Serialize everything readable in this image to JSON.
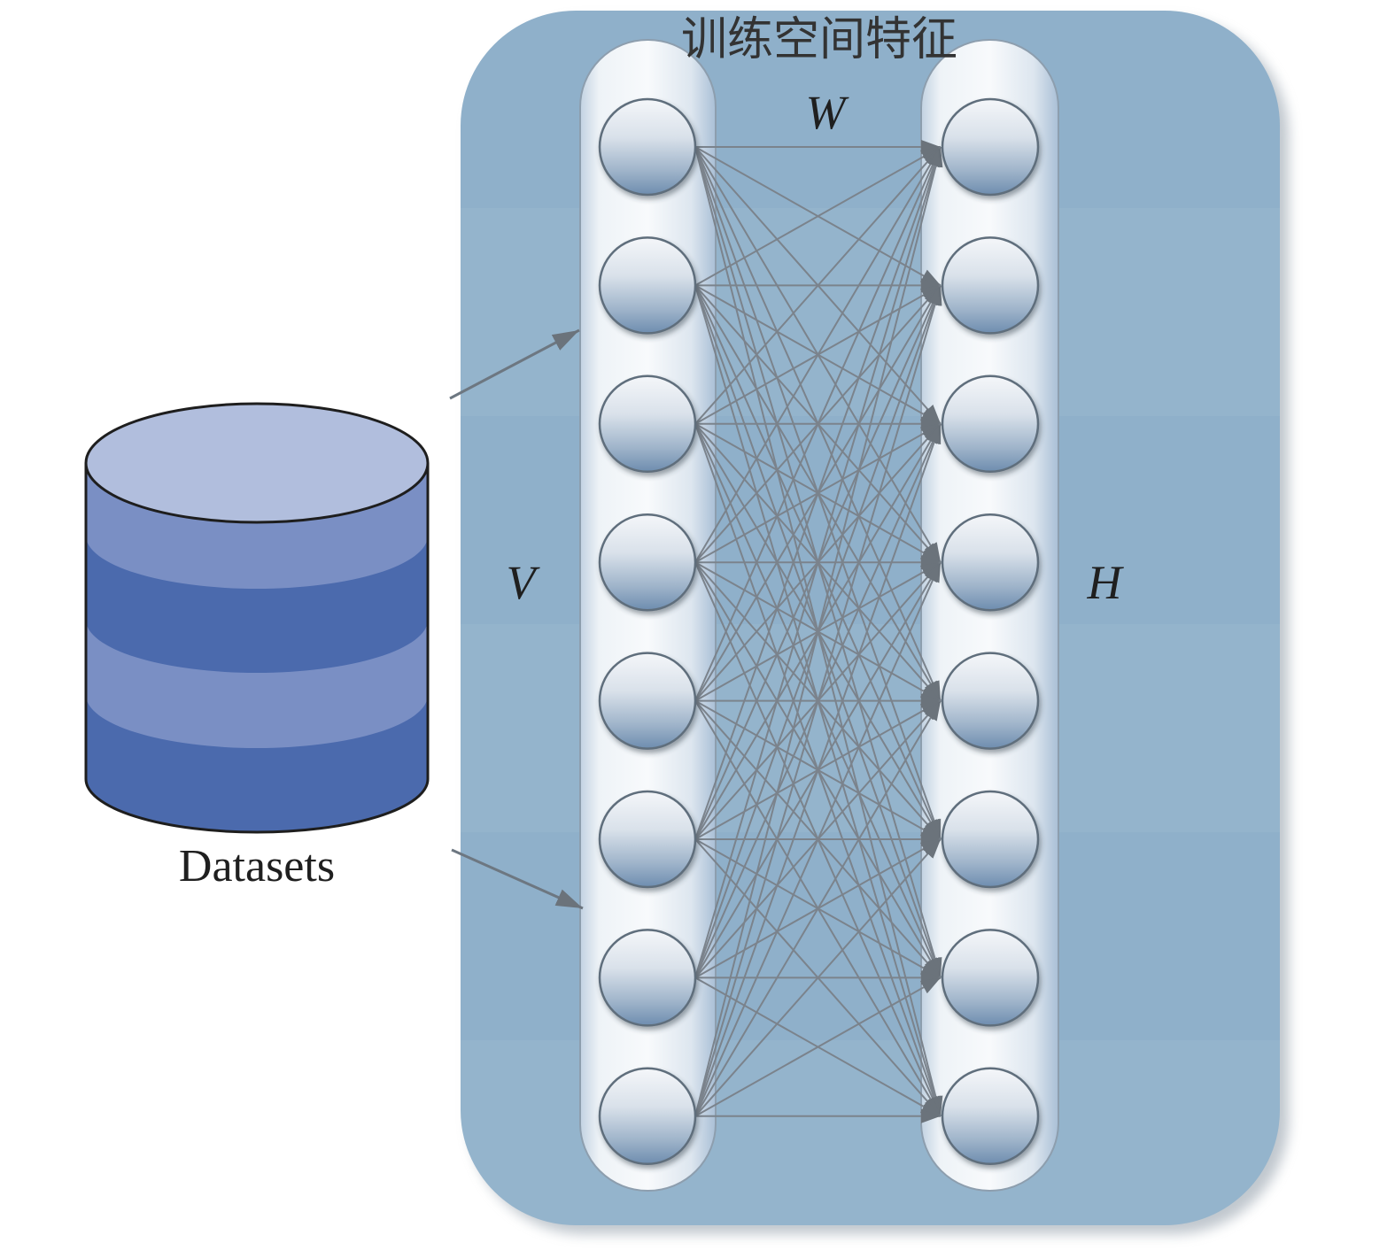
{
  "title": "训练空间特征",
  "labels": {
    "visible_layer": "V",
    "weights": "W",
    "hidden_layer": "H"
  },
  "dataset": {
    "label": "Datasets"
  },
  "colors": {
    "panel": "#8fb0ca",
    "cylinder_top": "#b1bedd",
    "cylinder_band_light": "#7a8fc4",
    "cylinder_band_dark": "#4b6aad",
    "connection": "#7b838c"
  }
}
